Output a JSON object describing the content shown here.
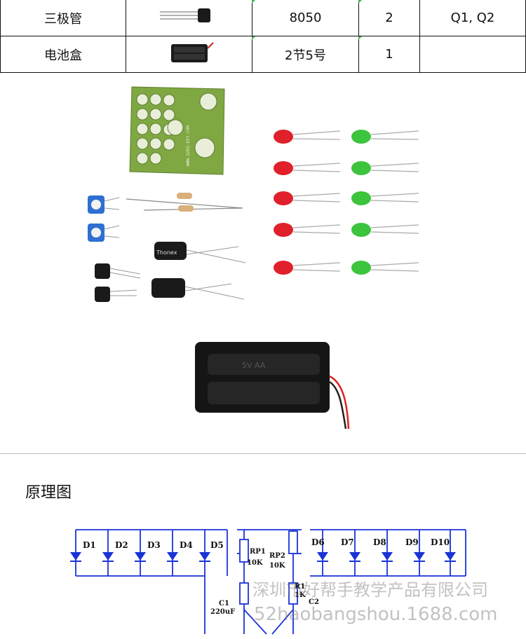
{
  "parts_table": {
    "rows": [
      {
        "name": "三极管",
        "spec": "8050",
        "qty": "2",
        "ref": "Q1, Q2"
      },
      {
        "name": "电池盒",
        "spec": "2节5号",
        "qty": "1",
        "ref": ""
      }
    ]
  },
  "section_title": "原理图",
  "pcb_text": "WWW.52DZ-DIY.COM",
  "battery_label": "5V AA",
  "capacitor_label": "Thonex",
  "schematic": {
    "leds": [
      "D1",
      "D2",
      "D3",
      "D4",
      "D5",
      "D6",
      "D7",
      "D8",
      "D9",
      "D10"
    ],
    "rp1": "RP1",
    "rp1_val": "10K",
    "rp2": "RP2",
    "rp2_val": "10K",
    "r1": "R1",
    "r1_val": "1K",
    "c1": "C1",
    "c1_val": "220uF",
    "c2": "C2"
  },
  "watermark": {
    "line1": "深圳市好帮手教学产品有限公司",
    "line2": "52haobangshou.1688.com"
  },
  "colors": {
    "schematic_blue": "#1a33d6",
    "led_red": "#e0202a",
    "led_green": "#3cc43c",
    "pcb_green": "#7fa742"
  }
}
